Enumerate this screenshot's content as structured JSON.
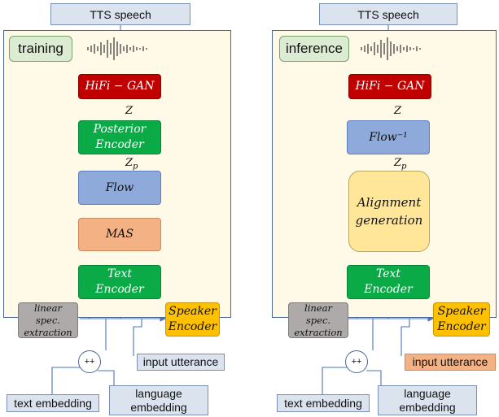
{
  "colors": {
    "panel_bg": "#fff9e8",
    "panel_border": "#4a6796",
    "hifigan": "#c00000",
    "encoder": "#0aab47",
    "flow": "#8eaadb",
    "mas": "#f4b183",
    "alignment": "#ffe699",
    "linear_spec": "#aeaaaa",
    "speaker_encoder": "#ffc000",
    "label_box": "#dbe3ef",
    "tag_box": "#dcecd2",
    "wire": "#4f73b6"
  },
  "training": {
    "tts_speech": "TTS speech",
    "tag": "training",
    "waveform_icon": "waveform-icon",
    "hifigan": "HiFi − GAN",
    "z": "Z",
    "posterior_encoder": "Posterior\nEncoder",
    "zp": "Zp",
    "flow": "Flow",
    "mas": "MAS",
    "text_encoder": "Text\nEncoder",
    "linear_spec": "linear\nspec.\nextraction",
    "speaker_encoder": "Speaker\nEncoder",
    "concat": "++",
    "input_utterance": "input utterance",
    "text_embedding": "text embedding",
    "language_embedding": "language\nembedding"
  },
  "inference": {
    "tts_speech": "TTS speech",
    "tag": "inference",
    "waveform_icon": "waveform-icon",
    "hifigan": "HiFi − GAN",
    "z": "Z",
    "flow_inverse": "Flow⁻¹",
    "zp": "Zp",
    "alignment": "Alignment\ngeneration",
    "text_encoder": "Text\nEncoder",
    "linear_spec": "linear\nspec.\nextraction",
    "speaker_encoder": "Speaker\nEncoder",
    "concat": "++",
    "input_utterance": "input utterance",
    "text_embedding": "text embedding",
    "language_embedding": "language\nembedding"
  }
}
